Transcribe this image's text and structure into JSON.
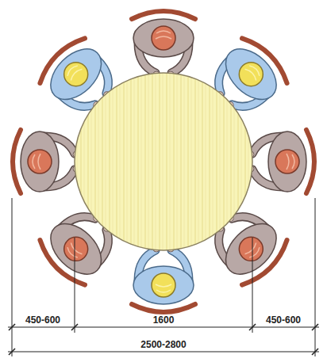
{
  "diagram": {
    "labels": [
      "450-600",
      "1600",
      "450-600",
      "2500-2800"
    ]
  }
}
